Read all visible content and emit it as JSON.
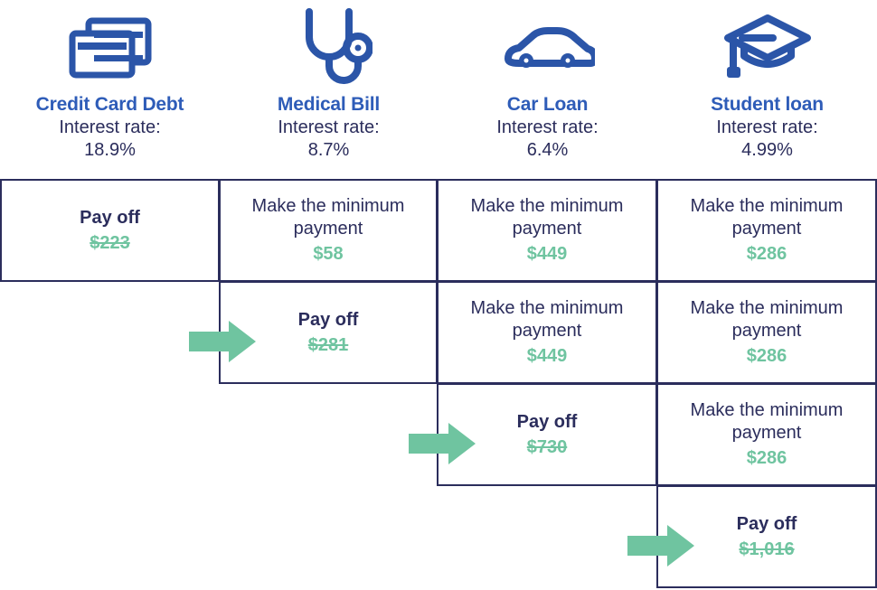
{
  "debts": [
    {
      "icon": "credit-card-icon",
      "name": "Credit Card Debt",
      "rate_label": "Interest rate:",
      "rate_value": "18.9%"
    },
    {
      "icon": "stethoscope-icon",
      "name": "Medical Bill",
      "rate_label": "Interest rate:",
      "rate_value": "8.7%"
    },
    {
      "icon": "car-icon",
      "name": "Car Loan",
      "rate_label": "Interest rate:",
      "rate_value": "6.4%"
    },
    {
      "icon": "graduation-cap-icon",
      "name": "Student loan",
      "rate_label": "Interest rate:",
      "rate_value": "4.99%"
    }
  ],
  "rows": [
    {
      "arrow": false,
      "cells": [
        {
          "action": "Pay off",
          "amount": "$223",
          "type": "payoff"
        },
        {
          "action": "Make the minimum payment",
          "amount": "$58",
          "type": "minimum"
        },
        {
          "action": "Make the minimum payment",
          "amount": "$449",
          "type": "minimum"
        },
        {
          "action": "Make the minimum payment",
          "amount": "$286",
          "type": "minimum"
        }
      ]
    },
    {
      "arrow": true,
      "cells": [
        null,
        {
          "action": "Pay off",
          "amount": "$281",
          "type": "payoff"
        },
        {
          "action": "Make the minimum payment",
          "amount": "$449",
          "type": "minimum"
        },
        {
          "action": "Make the minimum payment",
          "amount": "$286",
          "type": "minimum"
        }
      ]
    },
    {
      "arrow": true,
      "cells": [
        null,
        null,
        {
          "action": "Pay off",
          "amount": "$730",
          "type": "payoff"
        },
        {
          "action": "Make the minimum payment",
          "amount": "$286",
          "type": "minimum"
        }
      ]
    },
    {
      "arrow": true,
      "cells": [
        null,
        null,
        null,
        {
          "action": "Pay off",
          "amount": "$1,016",
          "type": "payoff"
        }
      ]
    }
  ],
  "colors": {
    "title_blue": "#2e5cb8",
    "icon_blue": "#2b55a8",
    "text_navy": "#2b2d5c",
    "amount_green": "#6fc4a0",
    "arrow_green": "#6fc4a0",
    "border_navy": "#2b2d5c",
    "background": "#ffffff"
  }
}
